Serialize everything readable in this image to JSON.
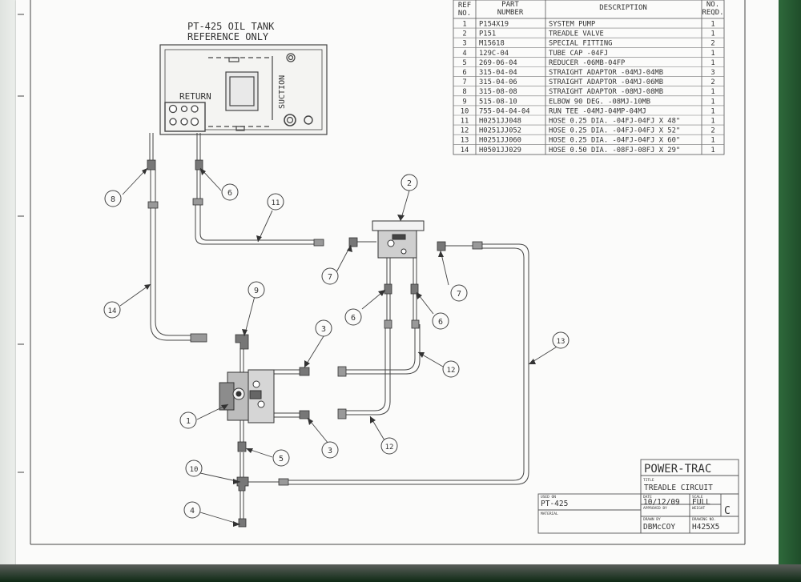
{
  "tank": {
    "title_line1": "PT-425 OIL TANK",
    "title_line2": "REFERENCE ONLY",
    "return_label": "RETURN",
    "suction_label": "SUCTION"
  },
  "parts_table": {
    "headers": {
      "ref": [
        "REF",
        "NO."
      ],
      "part": [
        "PART",
        "NUMBER"
      ],
      "desc": "DESCRIPTION",
      "qty": [
        "NO.",
        "REQD."
      ]
    },
    "rows": [
      {
        "ref": "1",
        "part": "P154X19",
        "desc": "SYSTEM PUMP",
        "qty": "1"
      },
      {
        "ref": "2",
        "part": "P151",
        "desc": "TREADLE VALVE",
        "qty": "1"
      },
      {
        "ref": "3",
        "part": "M15618",
        "desc": "SPECIAL FITTING",
        "qty": "2"
      },
      {
        "ref": "4",
        "part": "129C-04",
        "desc": "TUBE CAP -04FJ",
        "qty": "1"
      },
      {
        "ref": "5",
        "part": "269-06-04",
        "desc": "REDUCER -06MB-04FP",
        "qty": "1"
      },
      {
        "ref": "6",
        "part": "315-04-04",
        "desc": "STRAIGHT ADAPTOR -04MJ-04MB",
        "qty": "3"
      },
      {
        "ref": "7",
        "part": "315-04-06",
        "desc": "STRAIGHT ADAPTOR -04MJ-06MB",
        "qty": "2"
      },
      {
        "ref": "8",
        "part": "315-08-08",
        "desc": "STRAIGHT ADAPTOR -08MJ-08MB",
        "qty": "1"
      },
      {
        "ref": "9",
        "part": "515-08-10",
        "desc": "ELBOW 90 DEG. -08MJ-10MB",
        "qty": "1"
      },
      {
        "ref": "10",
        "part": "755-04-04-04",
        "desc": "RUN TEE -04MJ-04MP-04MJ",
        "qty": "1"
      },
      {
        "ref": "11",
        "part": "H0251JJ048",
        "desc": "HOSE 0.25 DIA. -04FJ-04FJ X 48\"",
        "qty": "1"
      },
      {
        "ref": "12",
        "part": "H0251JJ052",
        "desc": "HOSE 0.25 DIA. -04FJ-04FJ X 52\"",
        "qty": "2"
      },
      {
        "ref": "13",
        "part": "H0251JJ060",
        "desc": "HOSE 0.25 DIA. -04FJ-04FJ X 60\"",
        "qty": "1"
      },
      {
        "ref": "14",
        "part": "H0501JJ029",
        "desc": "HOSE 0.50 DIA. -08FJ-08FJ X 29\"",
        "qty": "1"
      }
    ]
  },
  "callouts": [
    {
      "id": "1",
      "label": "1"
    },
    {
      "id": "2",
      "label": "2"
    },
    {
      "id": "3a",
      "label": "3"
    },
    {
      "id": "3b",
      "label": "3"
    },
    {
      "id": "4",
      "label": "4"
    },
    {
      "id": "5",
      "label": "5"
    },
    {
      "id": "6a",
      "label": "6"
    },
    {
      "id": "6b",
      "label": "6"
    },
    {
      "id": "6c",
      "label": "6"
    },
    {
      "id": "7a",
      "label": "7"
    },
    {
      "id": "7b",
      "label": "7"
    },
    {
      "id": "8",
      "label": "8"
    },
    {
      "id": "9",
      "label": "9"
    },
    {
      "id": "10",
      "label": "10"
    },
    {
      "id": "11",
      "label": "11"
    },
    {
      "id": "12a",
      "label": "12"
    },
    {
      "id": "12b",
      "label": "12"
    },
    {
      "id": "13",
      "label": "13"
    },
    {
      "id": "14",
      "label": "14"
    }
  ],
  "title_block": {
    "company": "POWER-TRAC",
    "title_caption": "TITLE",
    "title": "TREADLE CIRCUIT",
    "date_caption": "DATE",
    "date": "10/12/09",
    "scale_caption": "SCALE",
    "scale": "FULL",
    "approved_caption": "APPROVED BY",
    "weight_caption": "WEIGHT",
    "rev": "C",
    "drawn_caption": "DRAWN BY",
    "drawn_by": "DBMcCOY",
    "drawing_caption": "DRAWING NO.",
    "drawing_no": "H425X5",
    "used_on_caption": "USED ON",
    "used_on": "PT-425",
    "material_caption": "MATERIAL"
  }
}
